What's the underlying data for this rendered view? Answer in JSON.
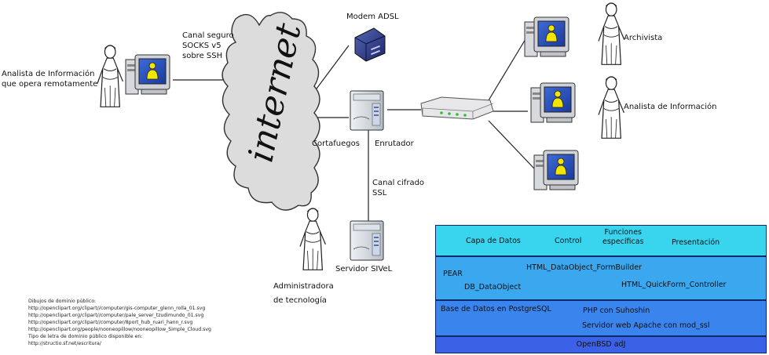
{
  "internet": "internet",
  "labels": {
    "remote_analyst": "Analista de Información\nque opera remotamente",
    "secure_channel": "Canal seguro\nSOCKS v5\nsobre SSH",
    "modem": "Modem ADSL",
    "firewall": "Cortafuegos",
    "router": "Enrutador",
    "encrypted_channel": "Canal cifrado\nSSL",
    "server": "Servidor SIVeL",
    "admin": "Administradora\nde tecnología",
    "archivist": "Archivista",
    "analyst": "Analista de Información"
  },
  "credits": [
    "Dibujos de dominio público:",
    "http://openclipart.org/clipart//computer/gis-computer_glenn_rolla_01.svg",
    "http://openclipart.org/clipart//computer/pale_server_tzudimundo_01.svg",
    "http://openclipart.org/clipart//computer/8port_hub_ruari_hann_r.svg",
    "http://openclipart.org/people/nooneopillow/nooneopillow_Simple_Cloud.svg",
    "Tipo de letra de dominio público disponible en:",
    "http://structio.sf.net/escritura/"
  ],
  "stack": {
    "app": {
      "capa": "Capa de Datos",
      "control": "Control",
      "funciones": "Funciones\nespecíficas",
      "presentacion": "Presentación"
    },
    "libs": {
      "pear": "PEAR",
      "formbuilder": "HTML_DataObject_FormBuilder",
      "dbdo": "DB_DataObject",
      "quickform": "HTML_QuickForm_Controller"
    },
    "services": {
      "db": "Base de Datos en PostgreSQL",
      "php": "PHP con Suhoshin",
      "apache": "Servidor web Apache  con mod_ssl"
    },
    "os": "OpenBSD adJ",
    "colors": {
      "app": "#39d4ee",
      "libs": "#3aa7ee",
      "services": "#3a84ee",
      "os": "#3b61e6"
    }
  }
}
